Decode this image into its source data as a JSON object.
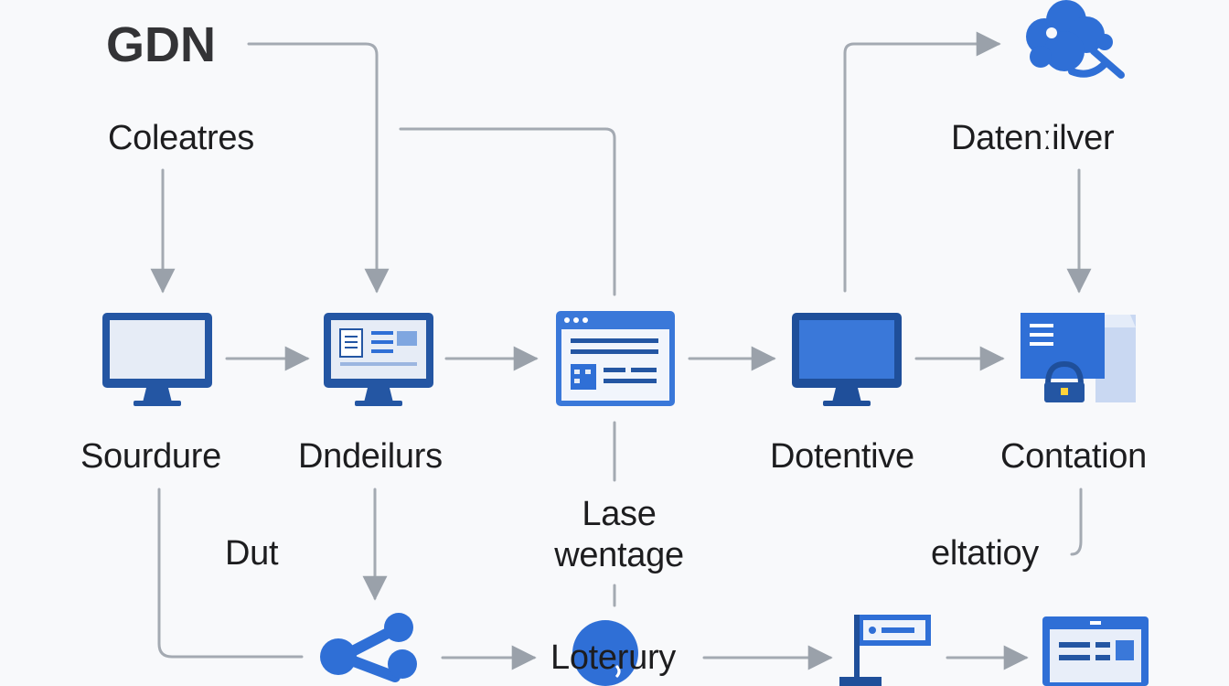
{
  "diagram": {
    "title": "GDN",
    "labels": {
      "coleatres": "Coleatres",
      "datenilver": "Datenːilver",
      "sourdure": "Sourdure",
      "dndeilurs": "Dndeilurs",
      "dotentive": "Dotentive",
      "contation": "Contation",
      "dut": "Dut",
      "lase_wentage": "Lase\nwentage",
      "eltatioy": "eltatioy",
      "loterury": "Loterury"
    },
    "icons": [
      "monitor-icon",
      "document-monitor-icon",
      "web-window-icon",
      "monitor-icon",
      "document-lock-icon",
      "cloud-network-icon",
      "share-icon",
      "globe-icon",
      "flag-icon",
      "browser-icon"
    ],
    "colors": {
      "primary_blue": "#2f6fd6",
      "dark_blue": "#1f4f9a",
      "light_blue": "#dce8fb",
      "arrow_gray": "#9aa1aa",
      "text": "#1d1d1f"
    }
  }
}
